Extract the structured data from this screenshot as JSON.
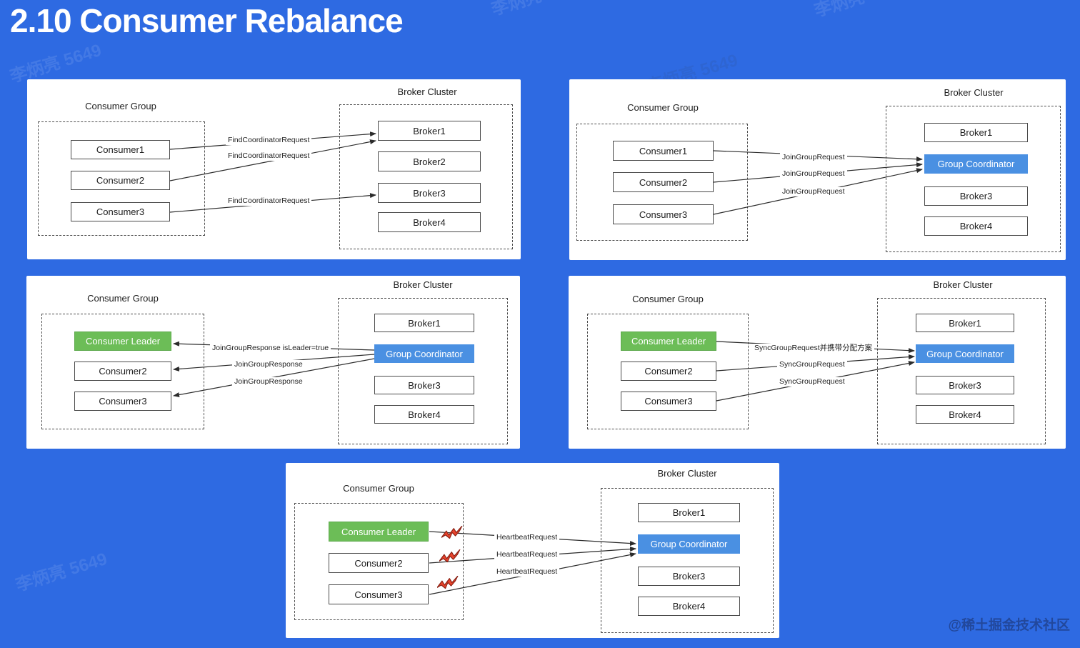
{
  "title": "2.10 Consumer Rebalance",
  "labels": {
    "consumer_group": "Consumer Group",
    "broker_cluster": "Broker Cluster"
  },
  "watermarks": {
    "author": "李炳亮 5649",
    "site": "@稀土掘金技术社区"
  },
  "colors": {
    "background": "#2e6ae2",
    "panel": "#ffffff",
    "coordinator_blue": "#4a90e2",
    "leader_green": "#6cbd57",
    "bolt_red": "#e8432c",
    "line": "#2b2b2b"
  },
  "panels": {
    "p1": {
      "consumers": [
        "Consumer1",
        "Consumer2",
        "Consumer3"
      ],
      "brokers": [
        "Broker1",
        "Broker2",
        "Broker3",
        "Broker4"
      ],
      "edges": [
        "FindCoordinatorRequest",
        "FindCoordinatorRequest",
        "FindCoordinatorRequest"
      ]
    },
    "p2": {
      "consumers": [
        "Consumer1",
        "Consumer2",
        "Consumer3"
      ],
      "brokers": [
        "Broker1",
        "Group Coordinator",
        "Broker3",
        "Broker4"
      ],
      "edges": [
        "JoinGroupRequest",
        "JoinGroupRequest",
        "JoinGroupRequest"
      ]
    },
    "p3": {
      "consumers": [
        "Consumer Leader",
        "Consumer2",
        "Consumer3"
      ],
      "brokers": [
        "Broker1",
        "Group Coordinator",
        "Broker3",
        "Broker4"
      ],
      "edges": [
        "JoinGroupResponse isLeader=true",
        "JoinGroupResponse",
        "JoinGroupResponse"
      ]
    },
    "p4": {
      "consumers": [
        "Consumer Leader",
        "Consumer2",
        "Consumer3"
      ],
      "brokers": [
        "Broker1",
        "Group Coordinator",
        "Broker3",
        "Broker4"
      ],
      "edges": [
        "SyncGroupRequest并携带分配方案",
        "SyncGroupRequest",
        "SyncGroupRequest"
      ]
    },
    "p5": {
      "consumers": [
        "Consumer Leader",
        "Consumer2",
        "Consumer3"
      ],
      "brokers": [
        "Broker1",
        "Group Coordinator",
        "Broker3",
        "Broker4"
      ],
      "edges": [
        "HeartbeatRequest",
        "HeartbeatRequest",
        "HeartbeatRequest"
      ]
    }
  }
}
